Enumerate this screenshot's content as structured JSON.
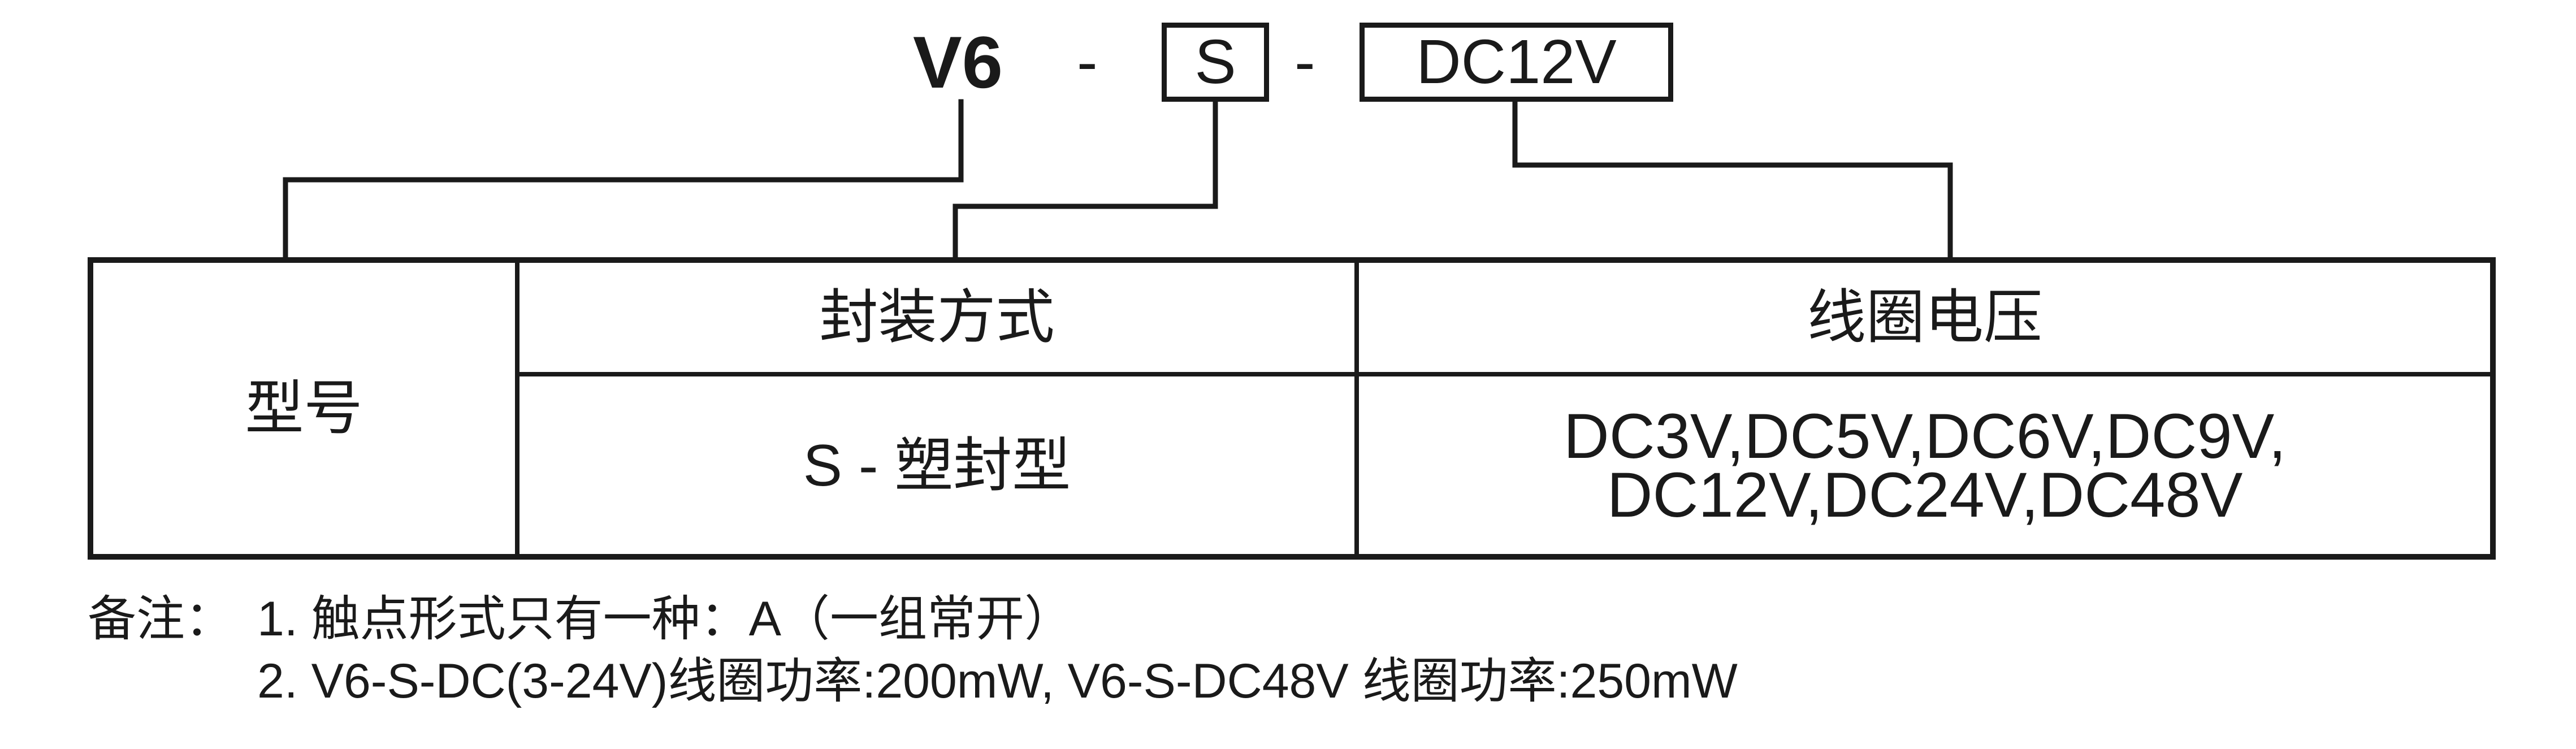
{
  "code": {
    "model": "V6",
    "dash1": "-",
    "package_code": "S",
    "dash2": "-",
    "voltage_code": "DC12V"
  },
  "table": {
    "model_label": "型号",
    "header_package": "封装方式",
    "header_voltage": "线圈电压",
    "package_value": "S - 塑封型",
    "voltage_line1": "DC3V,DC5V,DC6V,DC9V,",
    "voltage_line2": "DC12V,DC24V,DC48V"
  },
  "notes": {
    "label": "备注：",
    "note1": "1. 触点形式只有一种：A（一组常开）",
    "note2": "2. V6-S-DC(3-24V)线圈功率:200mW, V6-S-DC48V  线圈功率:250mW"
  }
}
